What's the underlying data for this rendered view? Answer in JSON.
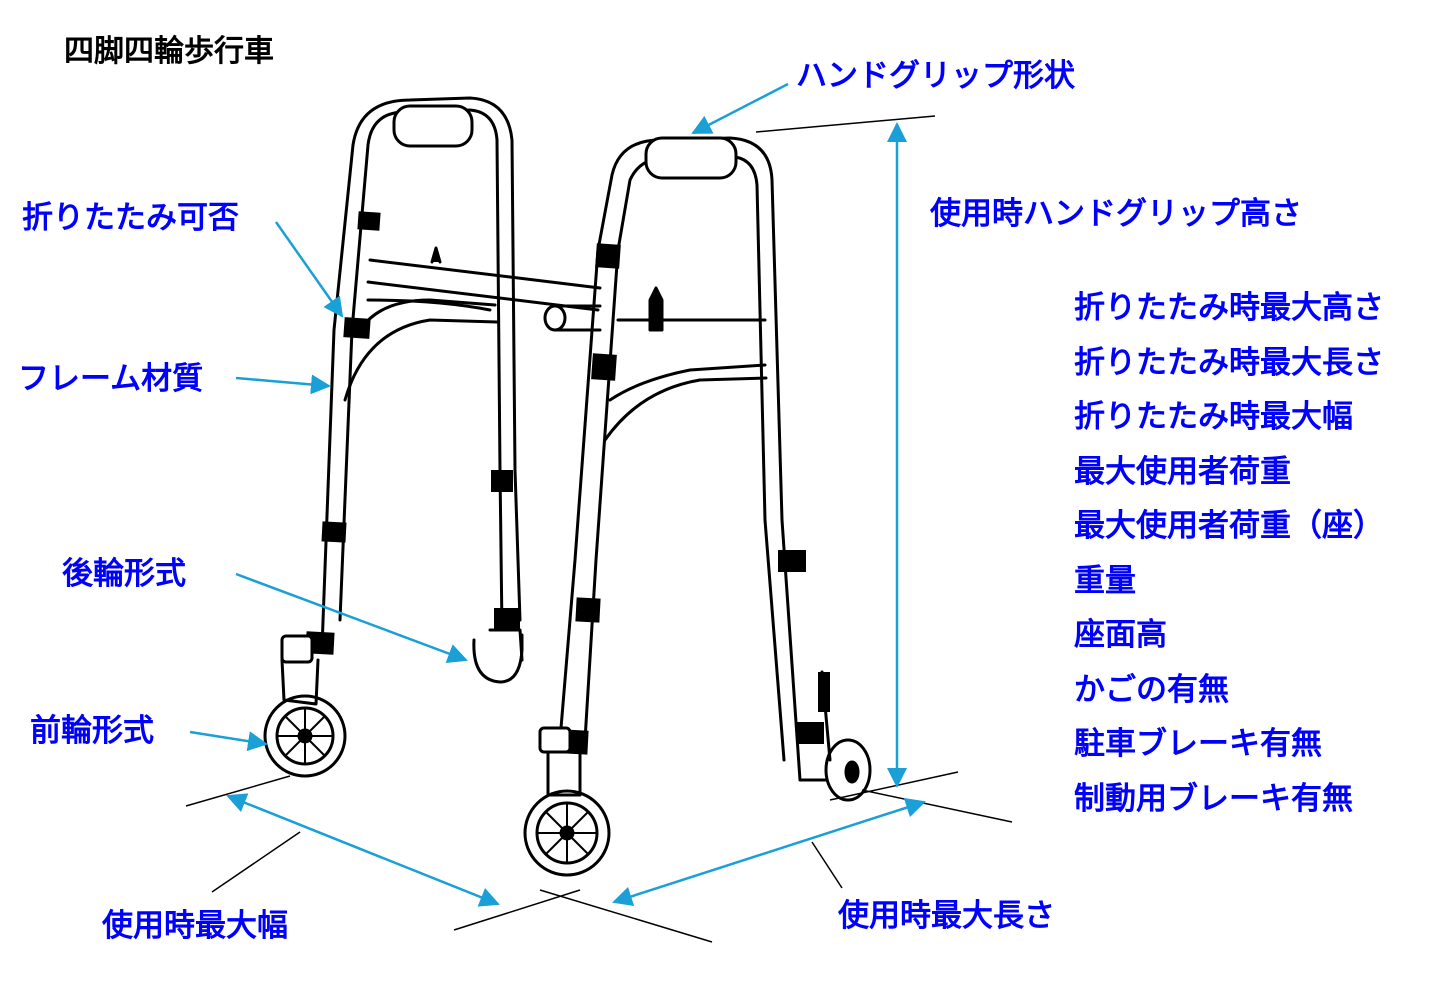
{
  "title": "四脚四輪歩行車",
  "labels": {
    "hand_grip_shape": "ハンドグリップ形状",
    "hand_grip_height": "使用時ハンドグリップ高さ",
    "folding": "折りたたみ可否",
    "frame_material": "フレーム材質",
    "rear_wheel": "後輪形式",
    "front_wheel": "前輪形式",
    "max_width": "使用時最大幅",
    "max_length": "使用時最大長さ"
  },
  "specs": [
    "折りたたみ時最大高さ",
    "折りたたみ時最大長さ",
    "折りたたみ時最大幅",
    "最大使用者荷重",
    "最大使用者荷重（座）",
    "重量",
    "座面高",
    "かごの有無",
    "駐車ブレーキ有無",
    "制動用ブレーキ有無"
  ],
  "colors": {
    "label": "#0000ff",
    "arrow": "#1a9fd6",
    "line": "#000000"
  },
  "icons": {
    "walker": "four-leg-walker-illustration"
  }
}
